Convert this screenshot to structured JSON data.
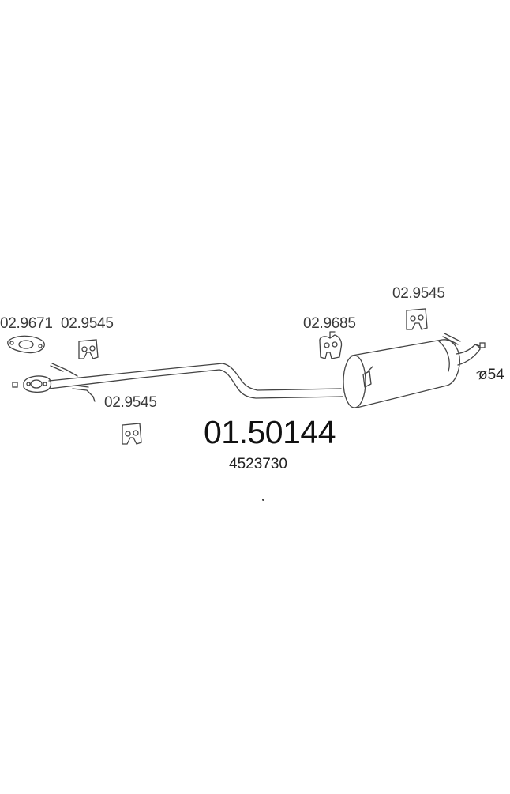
{
  "diagram": {
    "part_number": "01.50144",
    "oe_number": "4523730",
    "diameter_label": "ø54",
    "components": [
      {
        "code": "02.9671",
        "icon": "flange-gasket-icon"
      },
      {
        "code": "02.9545",
        "icon": "rubber-hanger-icon"
      },
      {
        "code": "02.9545",
        "icon": "rubber-hanger-icon"
      },
      {
        "code": "02.9685",
        "icon": "rubber-hanger-icon"
      },
      {
        "code": "02.9545",
        "icon": "rubber-hanger-icon"
      }
    ],
    "colors": {
      "line": "#444444",
      "text": "#333333",
      "background": "#ffffff"
    }
  }
}
